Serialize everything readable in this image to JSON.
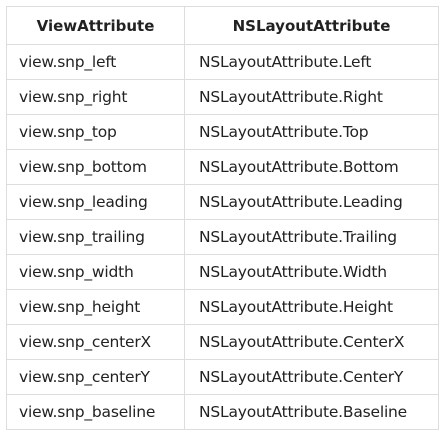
{
  "table": {
    "headers": [
      "ViewAttribute",
      "NSLayoutAttribute"
    ],
    "rows": [
      [
        "view.snp_left",
        "NSLayoutAttribute.Left"
      ],
      [
        "view.snp_right",
        "NSLayoutAttribute.Right"
      ],
      [
        "view.snp_top",
        "NSLayoutAttribute.Top"
      ],
      [
        "view.snp_bottom",
        "NSLayoutAttribute.Bottom"
      ],
      [
        "view.snp_leading",
        "NSLayoutAttribute.Leading"
      ],
      [
        "view.snp_trailing",
        "NSLayoutAttribute.Trailing"
      ],
      [
        "view.snp_width",
        "NSLayoutAttribute.Width"
      ],
      [
        "view.snp_height",
        "NSLayoutAttribute.Height"
      ],
      [
        "view.snp_centerX",
        "NSLayoutAttribute.CenterX"
      ],
      [
        "view.snp_centerY",
        "NSLayoutAttribute.CenterY"
      ],
      [
        "view.snp_baseline",
        "NSLayoutAttribute.Baseline"
      ]
    ]
  }
}
